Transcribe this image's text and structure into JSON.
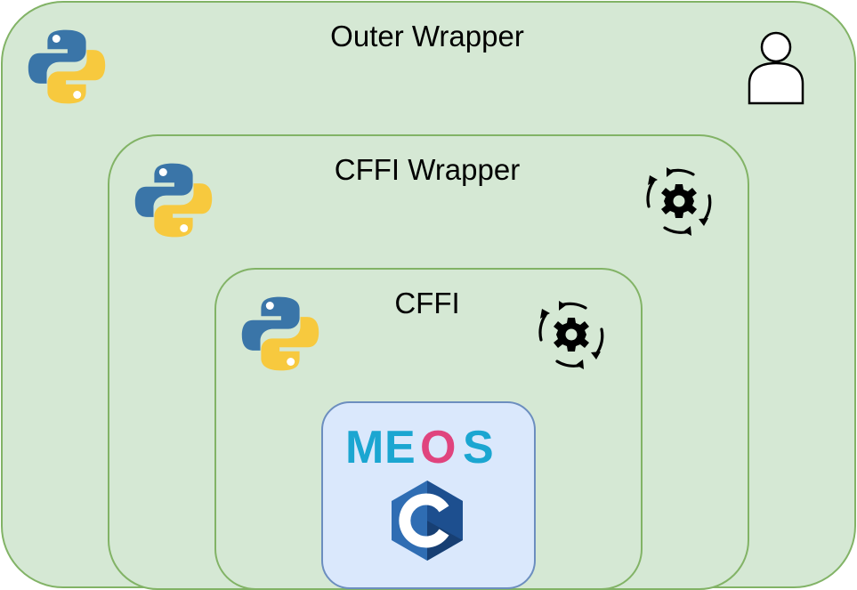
{
  "outer_wrapper": {
    "title": "Outer Wrapper",
    "icons": [
      "python-icon",
      "user-icon"
    ]
  },
  "cffi_wrapper": {
    "title": "CFFI Wrapper",
    "icons": [
      "python-icon",
      "gear-cycle-icon"
    ]
  },
  "cffi": {
    "title": "CFFI",
    "icons": [
      "python-icon",
      "gear-cycle-icon"
    ]
  },
  "meos": {
    "logo_text": "MEOS",
    "icons": [
      "c-language-icon"
    ]
  },
  "colors": {
    "green_fill": "#d5e8d4",
    "green_border": "#82b366",
    "blue_fill": "#dae8fc",
    "blue_border": "#6c8ebf",
    "meos_cyan": "#1ba6d1",
    "meos_pink": "#e0447e",
    "python_blue": "#3a75a8",
    "python_yellow": "#f7c93e",
    "c_blue": "#2f6db3"
  }
}
